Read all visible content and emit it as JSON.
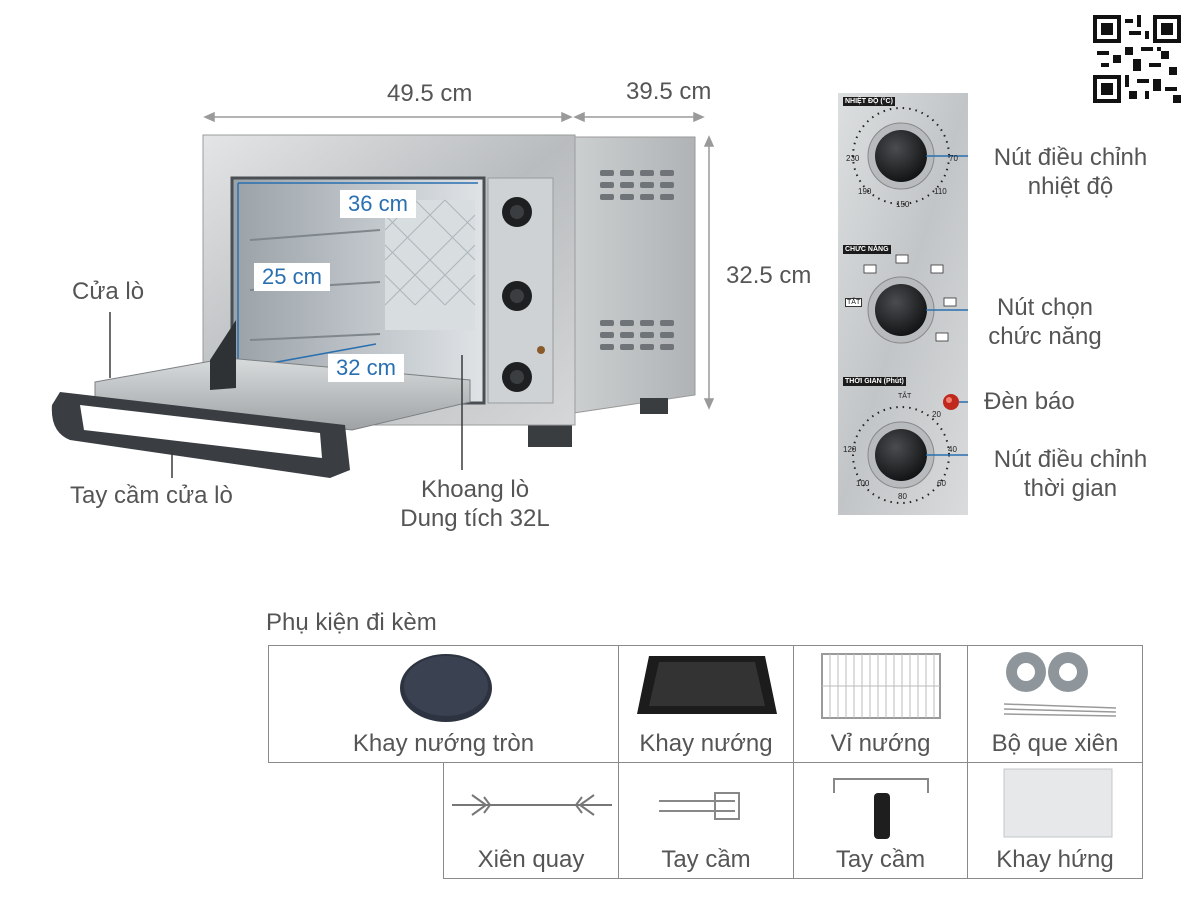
{
  "dimensions": {
    "width": "49.5 cm",
    "depth": "39.5 cm",
    "height": "32.5 cm",
    "inner_width": "36 cm",
    "inner_height": "25 cm",
    "inner_depth": "32 cm"
  },
  "callouts": {
    "door": "Cửa lò",
    "door_handle": "Tay cầm cửa lò",
    "cavity_line1": "Khoang lò",
    "cavity_line2": "Dung tích 32L"
  },
  "control_panel": {
    "temp_title": "NHIỆT ĐỘ (°C)",
    "temp_ticks": [
      "230",
      "70",
      "190",
      "110",
      "150"
    ],
    "func_title": "CHỨC NĂNG",
    "func_off": "TẮT",
    "time_title": "THỜI GIAN (Phút)",
    "time_off": "TẮT",
    "time_ticks": [
      "20",
      "120",
      "40",
      "100",
      "60",
      "80"
    ],
    "temp_knob_line1": "Nút điều chỉnh",
    "temp_knob_line2": "nhiệt độ",
    "func_knob_line1": "Nút chọn",
    "func_knob_line2": "chức năng",
    "indicator": "Đèn báo",
    "time_knob_line1": "Nút điều chỉnh",
    "time_knob_line2": "thời gian"
  },
  "accessories": {
    "title": "Phụ kiện đi kèm",
    "items": [
      "Khay nướng tròn",
      "Khay nướng",
      "Vỉ nướng",
      "Bộ que xiên",
      "Xiên quay",
      "Tay cầm",
      "Tay cầm",
      "Khay hứng"
    ]
  },
  "colors": {
    "dimension_blue": "#2a6fb0",
    "indicator_red": "#c0281e",
    "steel": "#c9ccce"
  }
}
